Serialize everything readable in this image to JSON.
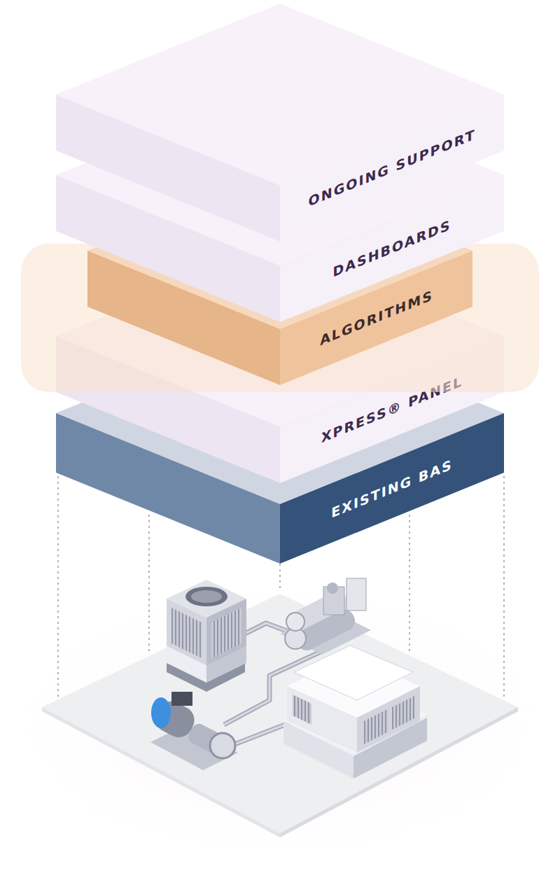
{
  "diagram": {
    "nodes": [
      {
        "text": [
          "ONGOING SUPPORT"
        ]
      },
      {
        "text": [
          "DASHBOARDS"
        ]
      },
      {
        "text": [
          "ALGORITHMS"
        ]
      },
      {
        "text": [
          "XPRESS® PANEL"
        ]
      },
      {
        "text": [
          "EXISTING BAS"
        ]
      }
    ]
  }
}
